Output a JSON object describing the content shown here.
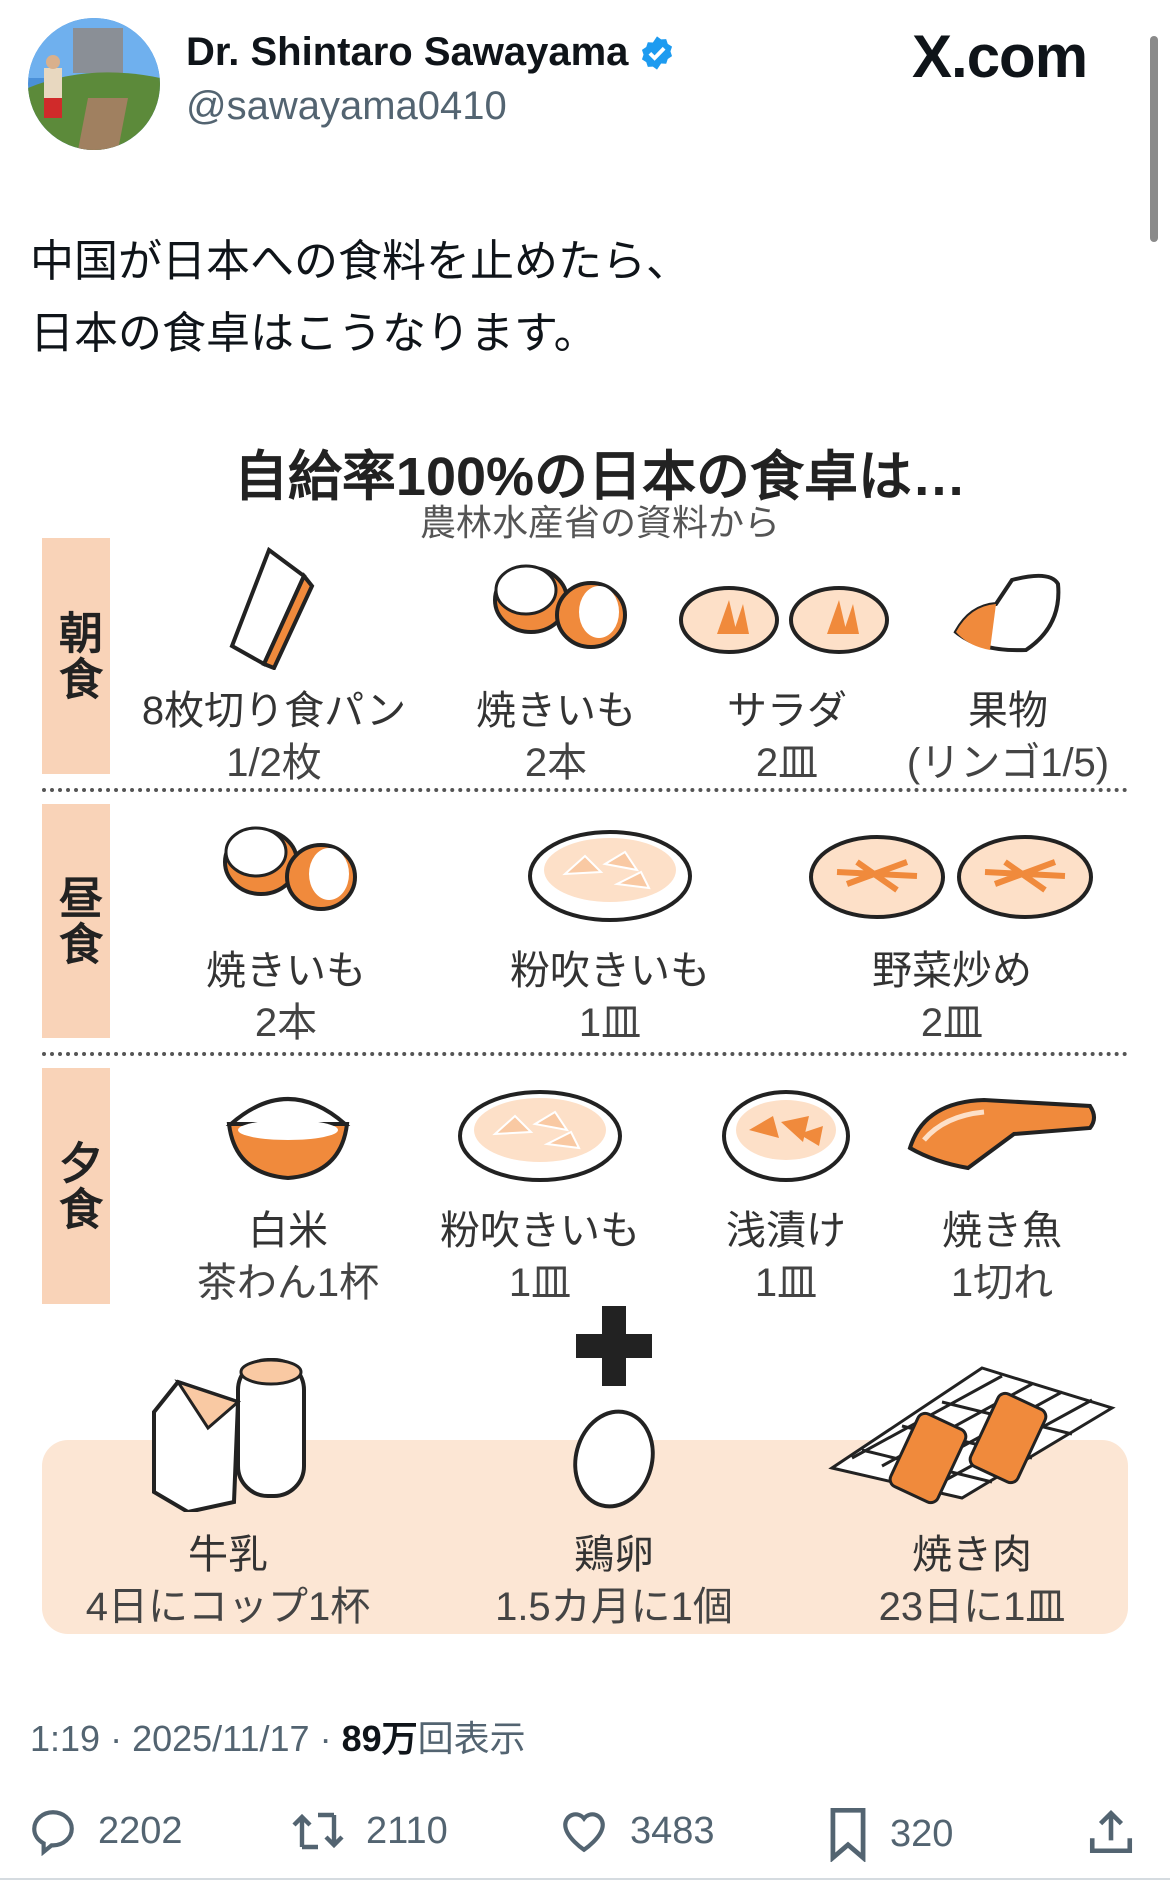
{
  "header": {
    "display_name": "Dr. Shintaro Sawayama",
    "handle": "@sawayama0410",
    "verified_icon": "verified-badge-icon",
    "site_logo": "X.com"
  },
  "tweet": {
    "lines": [
      "中国が日本への食料を止めたら、",
      "日本の食卓はこうなります。"
    ]
  },
  "infographic": {
    "title": "自給率100%の日本の食卓は…",
    "subtitle": "農林水産省の資料から",
    "colors": {
      "orange": "#f08a3c",
      "peach": "#f9d3b8",
      "box": "#fce6d4"
    },
    "breakfast": {
      "label": "朝食",
      "items": [
        {
          "name": "8枚切り食パン",
          "qty": "1/2枚"
        },
        {
          "name": "焼きいも",
          "qty": "2本"
        },
        {
          "name": "サラダ",
          "qty": "2皿"
        },
        {
          "name": "果物",
          "qty": "(リンゴ1/5)"
        }
      ]
    },
    "lunch": {
      "label": "昼食",
      "items": [
        {
          "name": "焼きいも",
          "qty": "2本"
        },
        {
          "name": "粉吹きいも",
          "qty": "1皿"
        },
        {
          "name": "野菜炒め",
          "qty": "2皿"
        }
      ]
    },
    "dinner": {
      "label": "夕食",
      "items": [
        {
          "name": "白米",
          "qty": "茶わん1杯"
        },
        {
          "name": "粉吹きいも",
          "qty": "1皿"
        },
        {
          "name": "浅漬け",
          "qty": "1皿"
        },
        {
          "name": "焼き魚",
          "qty": "1切れ"
        }
      ]
    },
    "extras": [
      {
        "name": "牛乳",
        "qty": "4日にコップ1杯"
      },
      {
        "name": "鶏卵",
        "qty": "1.5カ月に1個"
      },
      {
        "name": "焼き肉",
        "qty": "23日に1皿"
      }
    ]
  },
  "meta": {
    "time": "1:19",
    "date": "2025/11/17",
    "views_count": "89万",
    "views_label": "回表示"
  },
  "actions": {
    "replies": "2202",
    "reposts": "2110",
    "likes": "3483",
    "bookmarks": "320"
  }
}
